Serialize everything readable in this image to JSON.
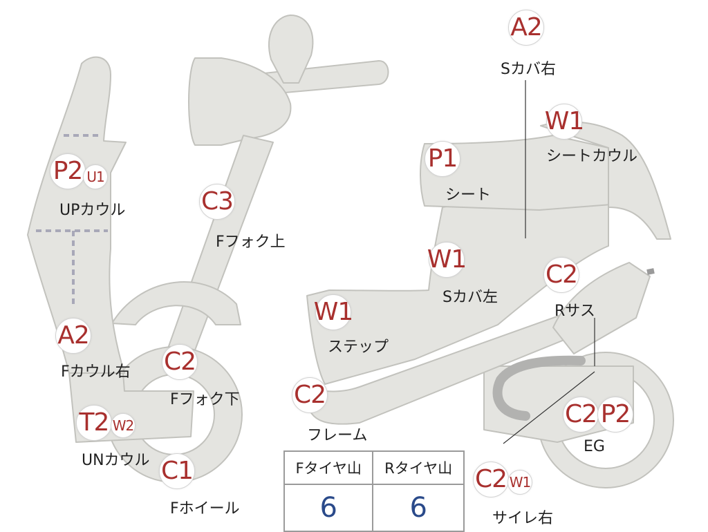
{
  "colors": {
    "part_fill": "#e4e4e0",
    "part_stroke": "#c2c2bd",
    "code_red": "#a8302e",
    "value_blue": "#2a4a8a"
  },
  "parts": {
    "s_cover_right": {
      "code": "A2",
      "label": "Sカバ右"
    },
    "seat_cowl": {
      "code": "W1",
      "label": "シートカウル"
    },
    "seat": {
      "code": "P1",
      "label": "シート"
    },
    "up_cowl": {
      "code": "P2",
      "sub_code": "U1",
      "label": "UPカウル"
    },
    "f_fork_upper": {
      "code": "C3",
      "label": "Fフォク上"
    },
    "s_cover_left": {
      "code": "W1",
      "label": "Sカバ左"
    },
    "r_suspension": {
      "code": "C2",
      "label": "Rサス"
    },
    "step": {
      "code": "W1",
      "label": "ステップ"
    },
    "f_cowl_right": {
      "code": "A2",
      "label": "Fカウル右"
    },
    "f_fork_lower": {
      "code": "C2",
      "label": "Fフォク下"
    },
    "frame": {
      "code": "C2",
      "label": "フレーム"
    },
    "un_cowl": {
      "code": "T2",
      "sub_code": "W2",
      "label": "UNカウル"
    },
    "f_wheel": {
      "code": "C1",
      "label": "Fホイール"
    },
    "engine": {
      "code": "C2",
      "code2": "P2",
      "label": "EG"
    },
    "muffler_right": {
      "code": "C2",
      "sub_code": "W1",
      "label": "サイレ右"
    }
  },
  "tread_table": {
    "front_header": "Fタイヤ山",
    "rear_header": "Rタイヤ山",
    "front_value": "6",
    "rear_value": "6"
  }
}
